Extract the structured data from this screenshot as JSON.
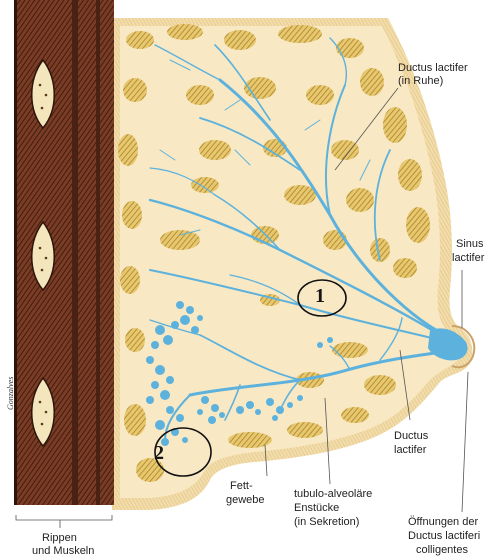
{
  "labels": {
    "ductus_ruhe_1": "Ductus lactifer",
    "ductus_ruhe_2": "(in Ruhe)",
    "sinus_1": "Sinus",
    "sinus_2": "lactifer",
    "ductus_1": "Ductus",
    "ductus_2": "lactifer",
    "fett_1": "Fett-",
    "fett_2": "gewebe",
    "tubulo_1": "tubulo-alveoläre",
    "tubulo_2": "Enstücke",
    "tubulo_3": "(in Sekretion)",
    "oeff_1": "Öffnungen der",
    "oeff_2": "Ductus lactiferi",
    "oeff_3": "colligentes",
    "rippen_1": "Rippen",
    "rippen_2": "und Muskeln"
  },
  "markers": {
    "one": "1",
    "two": "2"
  },
  "signature": "Gonzalves",
  "colors": {
    "tissue": "#f7e6bf",
    "fat": "#d2ae4e",
    "duct": "#5cb2dd",
    "duct_dark": "#3d8dbd",
    "muscle": "#6b3522",
    "muscle_dark": "#3b1a0f",
    "rib": "#f3e4b8",
    "leader": "#555555"
  }
}
